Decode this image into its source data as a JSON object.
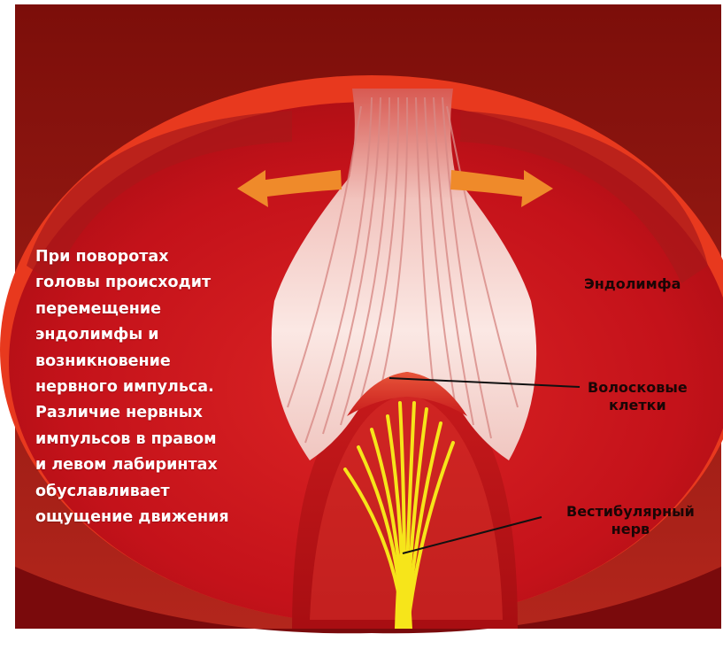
{
  "description_lines": [
    "При поворотах",
    "головы происходит",
    "перемещение",
    "эндолимфы и",
    "возникновение",
    "нервного импульса.",
    "Различие нервных",
    "импульсов в правом",
    "и левом лабиринтах",
    "обуславливает",
    "ощущение движения"
  ],
  "labels": {
    "endolymph": "Эндолимфа",
    "hair_cells": [
      "Волосковые",
      "клетки"
    ],
    "vestibular_nerve": [
      "Вестибулярный",
      "нерв"
    ]
  },
  "colors": {
    "background_red": "#c8141a",
    "cupula_pink": "#f7d6d2",
    "nerve_yellow": "#f6e51a",
    "arrow_orange": "#ef8a2a",
    "text_white": "#ffffff",
    "label_dark": "#1a0606"
  }
}
